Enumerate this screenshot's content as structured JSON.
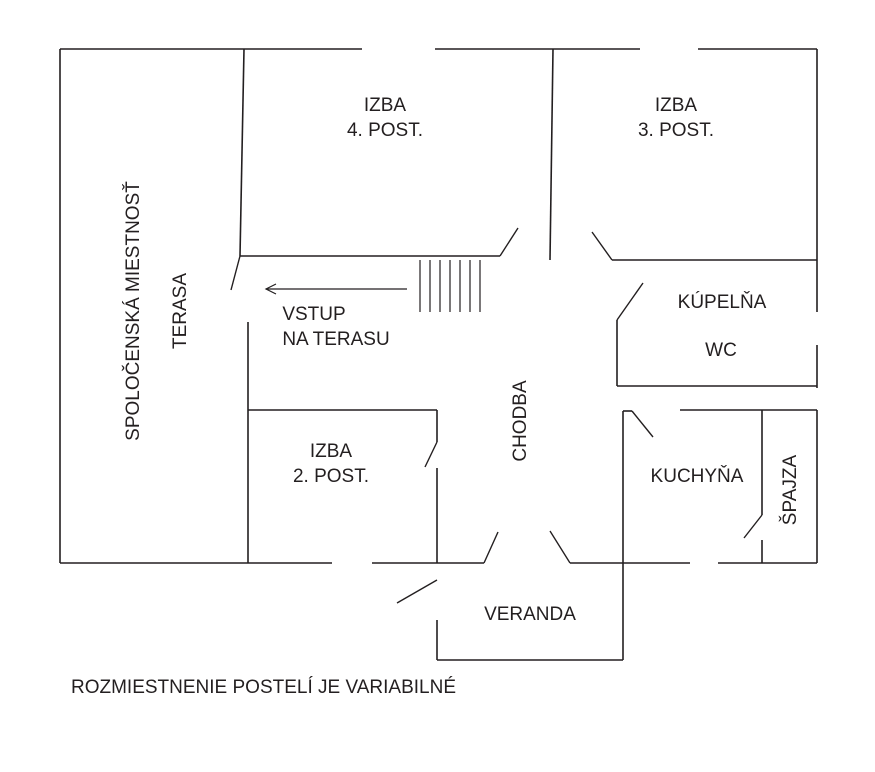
{
  "rooms": {
    "izba_4": {
      "line1": "IZBA",
      "line2": "4. POST."
    },
    "izba_3": {
      "line1": "IZBA",
      "line2": "3. POST."
    },
    "izba_2": {
      "line1": "IZBA",
      "line2": "2. POST."
    },
    "spolocenska": "SPOLOČENSKÁ MIESTNOSŤ",
    "terasa": "TERASA",
    "vstup": {
      "line1": "VSTUP",
      "line2": "NA TERASU"
    },
    "chodba": "CHODBA",
    "kupelna": "KÚPELŇA",
    "wc": "WC",
    "kuchyna": "KUCHYŇA",
    "spajza": "ŠPAJZA",
    "veranda": "VERANDA"
  },
  "note": "ROZMIESTNENIE POSTELÍ JE VARIABILNÉ",
  "colors": {
    "ink": "#231f20",
    "background": "#ffffff"
  }
}
